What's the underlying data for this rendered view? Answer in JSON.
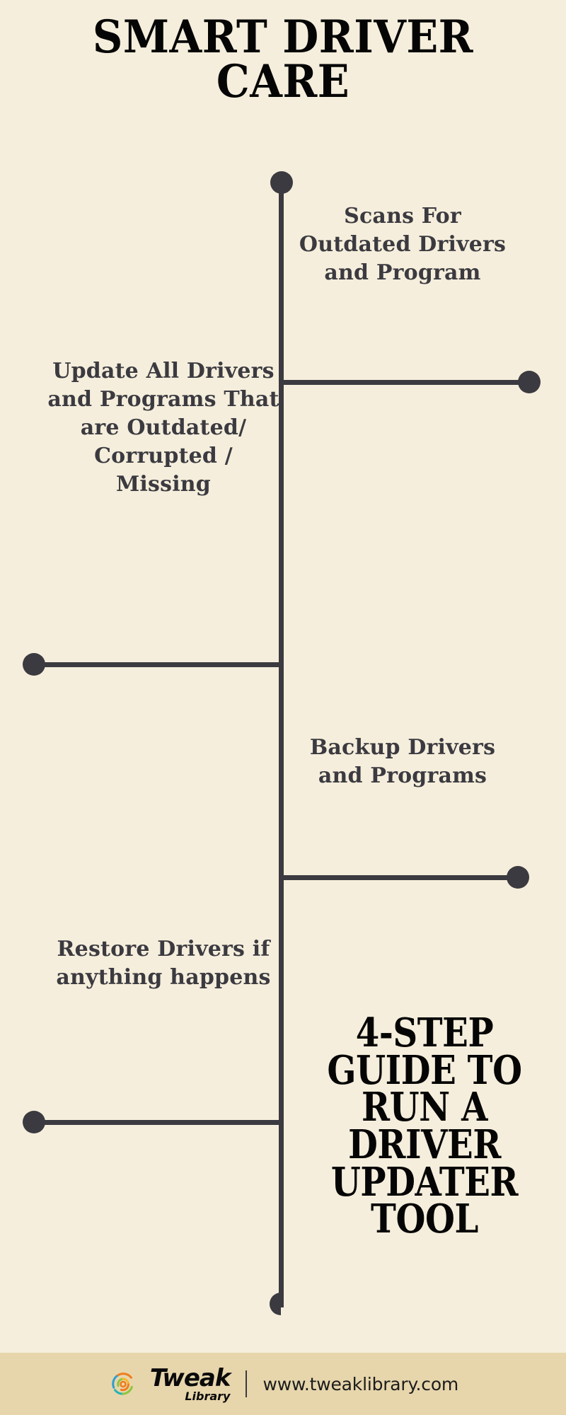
{
  "page": {
    "background_color": "#f5eedc",
    "ink_color": "#3b3a40",
    "title": "SMART DRIVER CARE"
  },
  "timeline": {
    "line_color": "#3b3a40",
    "steps": [
      {
        "index": 1,
        "side": "right",
        "label": "Scans For Outdated Drivers and Program"
      },
      {
        "index": 2,
        "side": "left",
        "label": "Update All Drivers and Programs That are Outdated/ Corrupted / Missing"
      },
      {
        "index": 3,
        "side": "right",
        "label": "Backup Drivers and Programs"
      },
      {
        "index": 4,
        "side": "left",
        "label": "Restore Drivers if anything happens"
      }
    ]
  },
  "headline": {
    "text": "4-STEP GUIDE TO RUN A DRIVER UPDATER TOOL"
  },
  "footer": {
    "background_color": "#e7d6ac",
    "brand_primary": "Tweak",
    "brand_secondary": "Library",
    "url": "www.tweaklibrary.com",
    "logo_colors": {
      "orange": "#f07d20",
      "green": "#8dc63f",
      "teal": "#2ab3b0",
      "blue": "#2f9fd0",
      "dark_green": "#4caf50"
    }
  }
}
